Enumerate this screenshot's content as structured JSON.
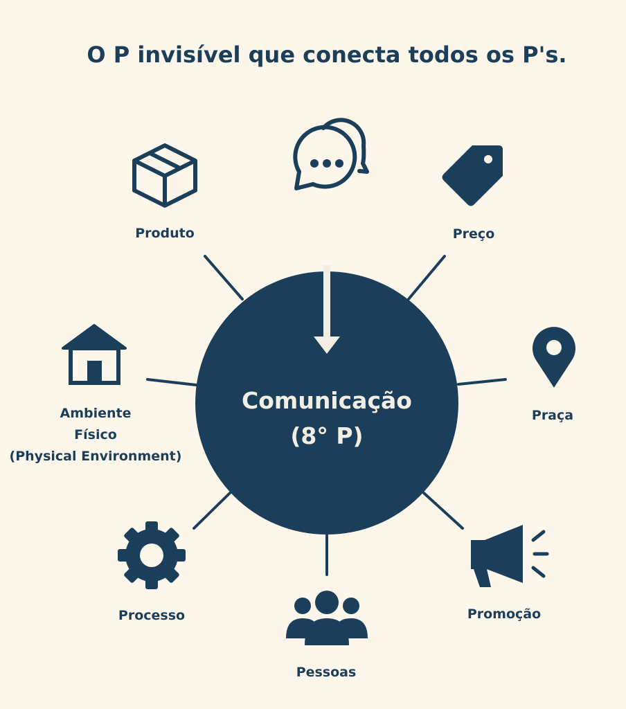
{
  "title": "O P invisível que conecta todos os P's.",
  "center": {
    "line1": "Comunicação",
    "line2": "(8° P)"
  },
  "nodes": {
    "produto": "Produto",
    "preco": "Preço",
    "ambiente": [
      "Ambiente",
      "Físico",
      "(Physical Environment)"
    ],
    "praca": "Praça",
    "processo": "Processo",
    "pessoas": "Pessoas",
    "promocao": "Promoção"
  },
  "colors": {
    "primary": "#1b3f5a",
    "background": "#fdf6ea",
    "center_text": "#f3eee4"
  }
}
